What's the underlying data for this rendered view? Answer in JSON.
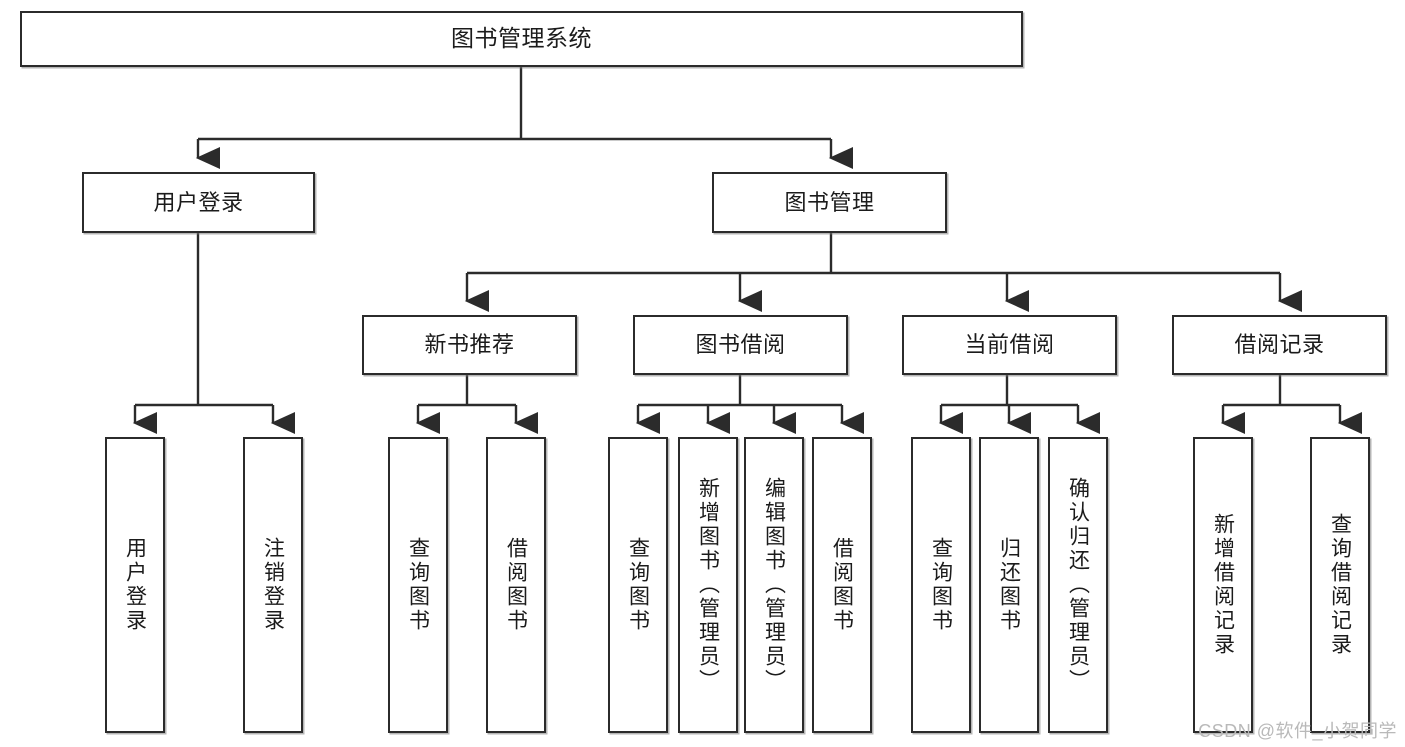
{
  "diagram": {
    "type": "tree",
    "title": "图书管理系统",
    "root": {
      "label": "图书管理系统"
    },
    "level2": [
      {
        "label": "用户登录"
      },
      {
        "label": "图书管理"
      }
    ],
    "level3": [
      {
        "label": "新书推荐"
      },
      {
        "label": "图书借阅"
      },
      {
        "label": "当前借阅"
      },
      {
        "label": "借阅记录"
      }
    ],
    "leaves": {
      "user_login": [
        {
          "label": "用户登录"
        },
        {
          "label": "注销登录"
        }
      ],
      "new_book_recommend": [
        {
          "label": "查询图书"
        },
        {
          "label": "借阅图书"
        }
      ],
      "book_borrow": [
        {
          "label": "查询图书"
        },
        {
          "label": "新增图书（管理员）"
        },
        {
          "label": "编辑图书（管理员）"
        },
        {
          "label": "借阅图书"
        }
      ],
      "current_borrow": [
        {
          "label": "查询图书"
        },
        {
          "label": "归还图书"
        },
        {
          "label": "确认归还（管理员）"
        }
      ],
      "borrow_record": [
        {
          "label": "新增借阅记录"
        },
        {
          "label": "查询借阅记录"
        }
      ]
    },
    "colors": {
      "stroke": "#2b2b2b",
      "fill": "#ffffff",
      "text": "#1b1b1b",
      "watermark": "#b9b9b9"
    }
  },
  "watermark": {
    "text": "CSDN @软件_小贺同学"
  }
}
